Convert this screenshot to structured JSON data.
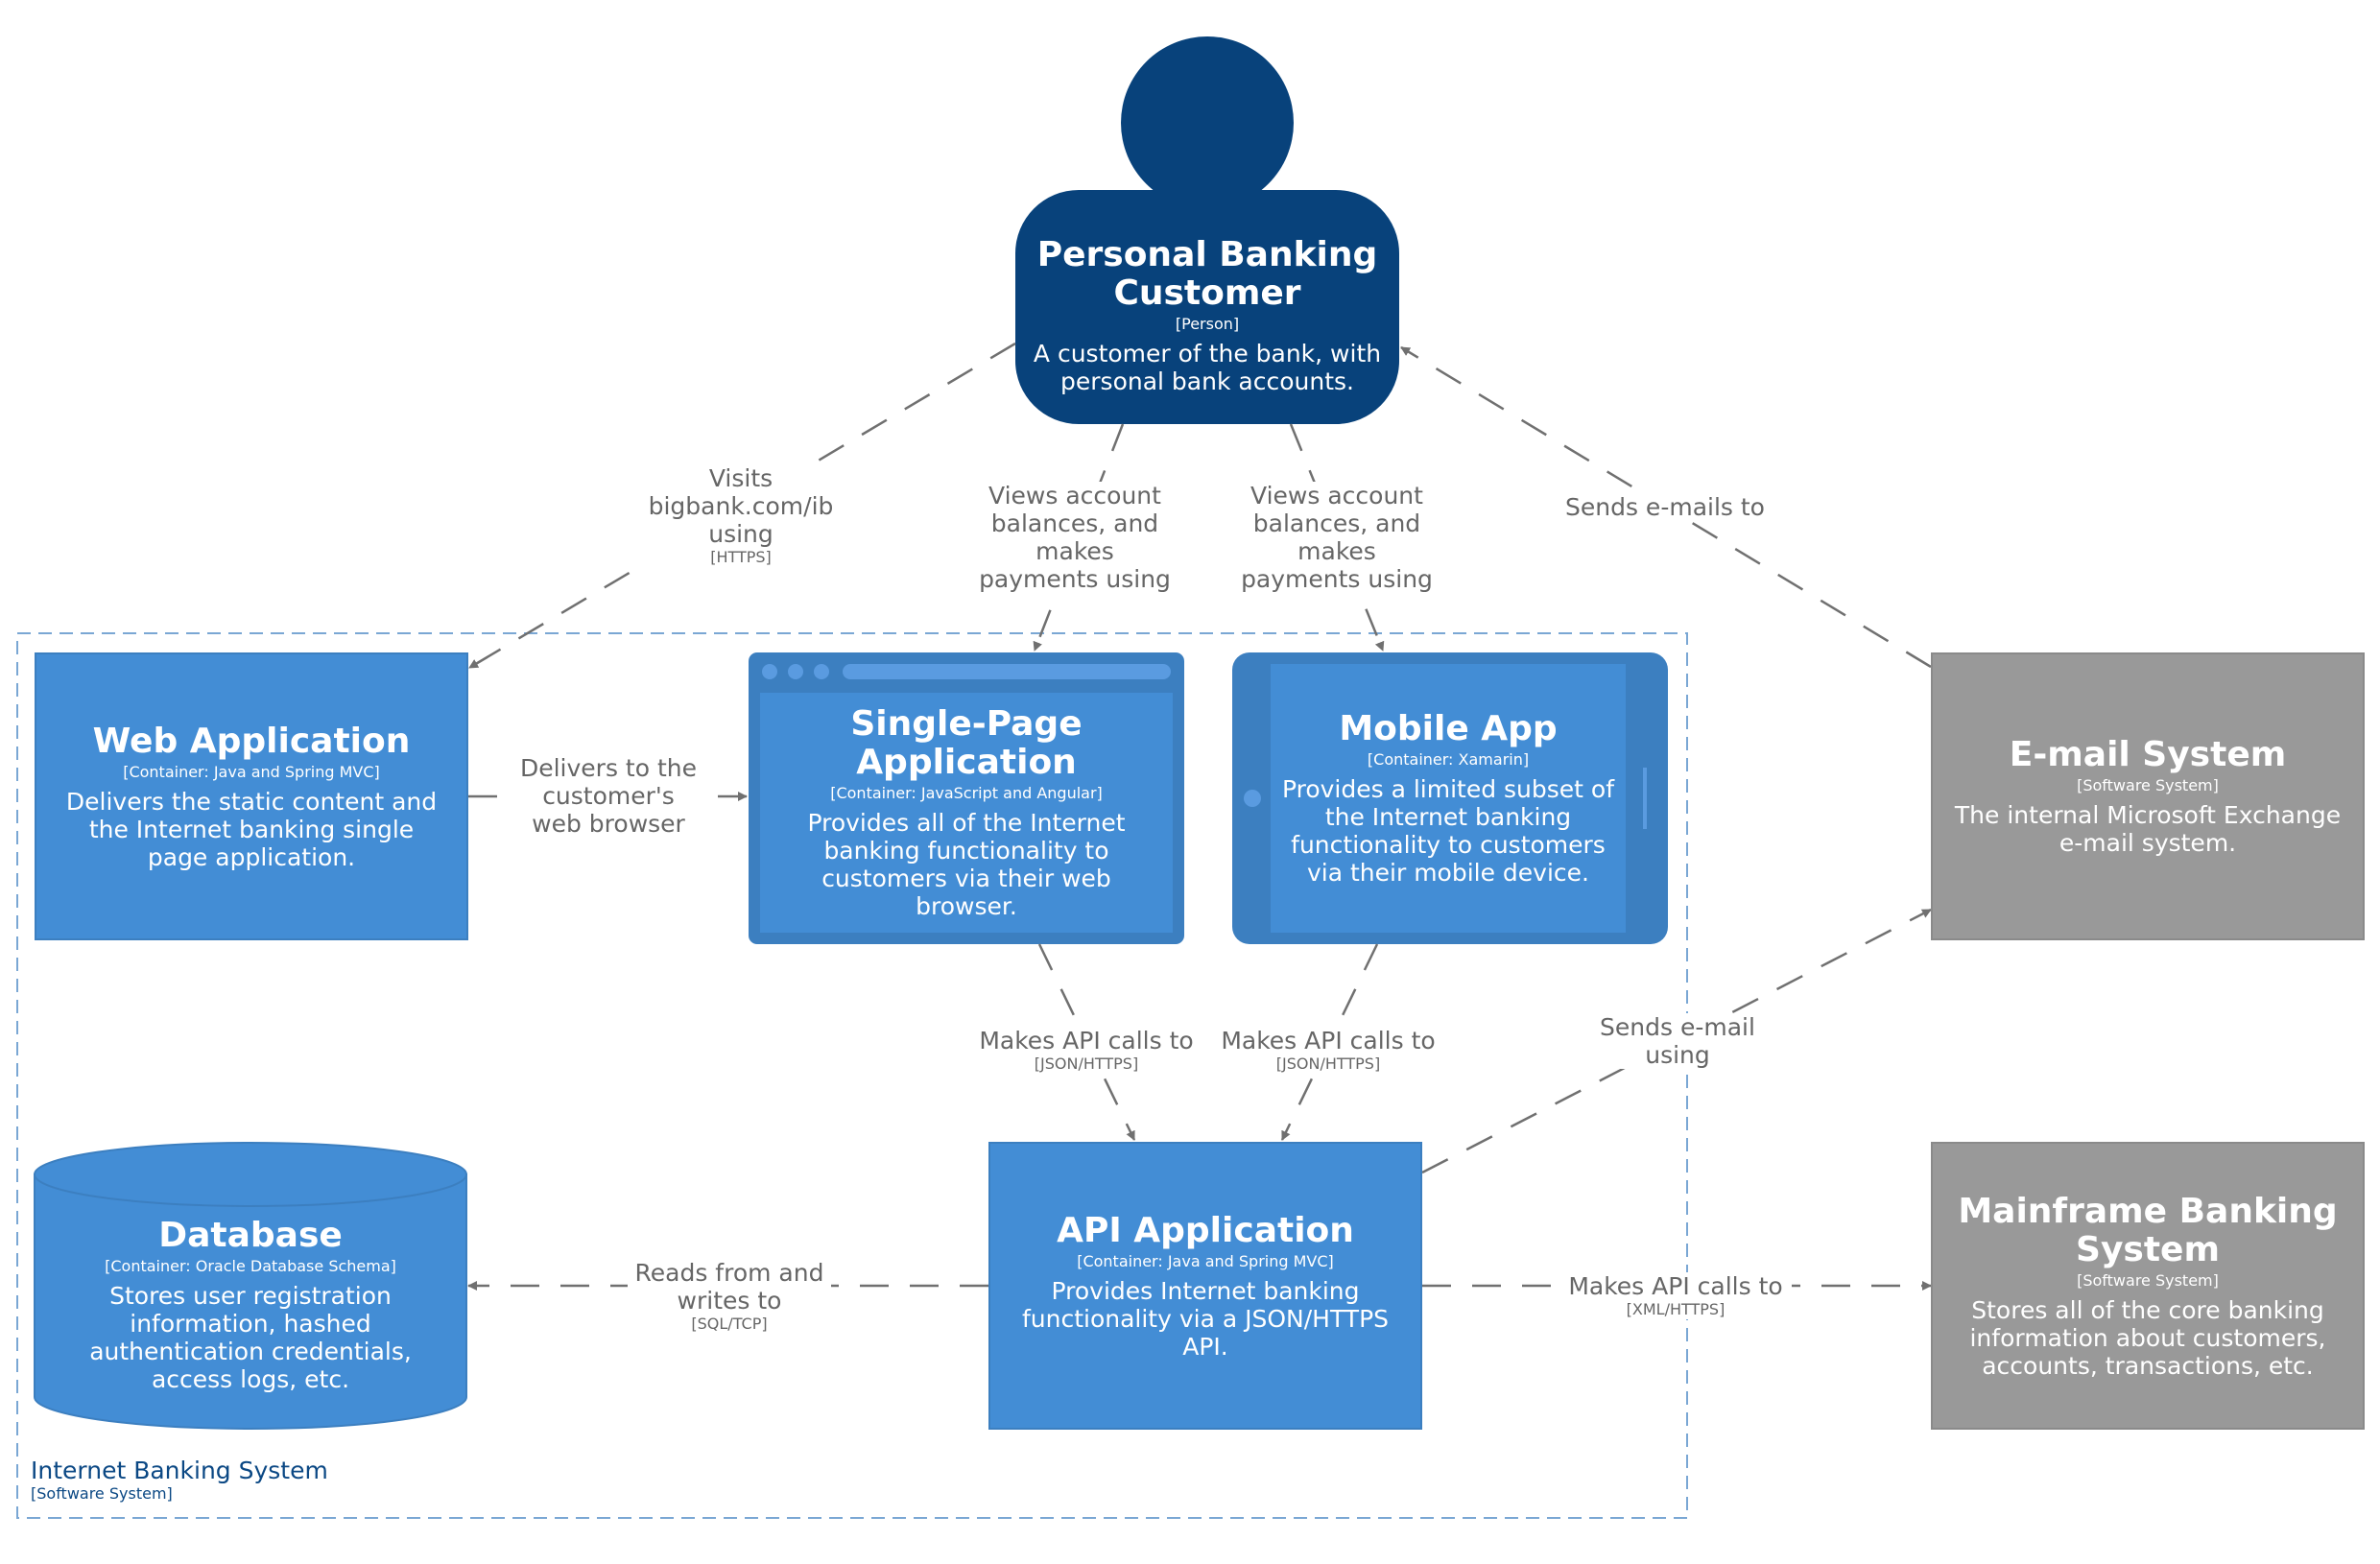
{
  "colors": {
    "person": "#08427b",
    "container": "#438dd5",
    "external": "#999999",
    "arrow": "#707070",
    "boundary": "#7aa7d4",
    "boundary_text": "#0b4884"
  },
  "person": {
    "title": "Personal Banking Customer",
    "tech": "[Person]",
    "desc": "A customer of the bank, with personal bank accounts."
  },
  "containers": {
    "web": {
      "title": "Web Application",
      "tech": "[Container: Java and Spring MVC]",
      "desc": "Delivers the static content and the Internet banking single page application."
    },
    "spa": {
      "title": "Single-Page Application",
      "tech": "[Container: JavaScript and Angular]",
      "desc": "Provides all of the Internet banking functionality to customers via their web browser."
    },
    "mobile": {
      "title": "Mobile App",
      "tech": "[Container: Xamarin]",
      "desc": "Provides a limited subset of the Internet banking functionality to customers via their mobile device."
    },
    "api": {
      "title": "API Application",
      "tech": "[Container: Java and Spring MVC]",
      "desc": "Provides Internet banking functionality via a JSON/HTTPS API."
    },
    "db": {
      "title": "Database",
      "tech": "[Container: Oracle Database Schema]",
      "desc": "Stores user registration information, hashed authentication credentials, access logs, etc."
    }
  },
  "external": {
    "email": {
      "title": "E-mail System",
      "tech": "[Software System]",
      "desc": "The internal Microsoft Exchange e-mail system."
    },
    "mainframe": {
      "title": "Mainframe Banking System",
      "tech": "[Software System]",
      "desc": "Stores all of the core banking information about customers, accounts, transactions, etc."
    }
  },
  "boundary": {
    "name": "Internet Banking System",
    "tech": "[Software System]"
  },
  "relationships": {
    "visits": {
      "label": "Visits bigbank.com/ib using",
      "tech": "[HTTPS]"
    },
    "views_spa": {
      "label": "Views account balances, and makes payments using",
      "tech": ""
    },
    "views_mobile": {
      "label": "Views account balances, and makes payments using",
      "tech": ""
    },
    "sends_emails": {
      "label": "Sends e-mails to",
      "tech": ""
    },
    "delivers": {
      "label": "Delivers to the customer's web browser",
      "tech": ""
    },
    "spa_api": {
      "label": "Makes API calls to",
      "tech": "[JSON/HTTPS]"
    },
    "mobile_api": {
      "label": "Makes API calls to",
      "tech": "[JSON/HTTPS]"
    },
    "sends_email_using": {
      "label": "Sends e-mail using",
      "tech": ""
    },
    "reads_writes": {
      "label": "Reads from and writes to",
      "tech": "[SQL/TCP]"
    },
    "mainframe_calls": {
      "label": "Makes API calls to",
      "tech": "[XML/HTTPS]"
    }
  }
}
